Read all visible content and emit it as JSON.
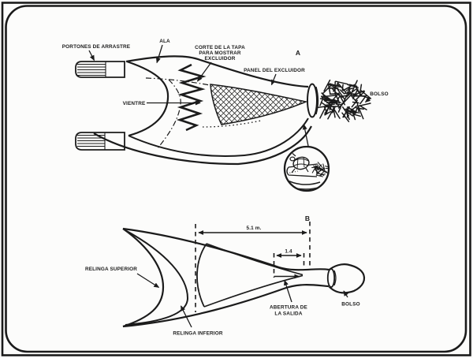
{
  "figure": {
    "ink_color": "#1b1b1b",
    "paper_color": "#fcfcfb"
  },
  "top_view": {
    "labels": {
      "trawl_doors": "PORTONES DE ARRASTRE",
      "wing": "ALA",
      "cut_note_line1": "CORTE DE LA TAPA",
      "cut_note_line2": "PARA MOSTRAR",
      "cut_note_line3": "EXCLUIDOR",
      "excluder_panel": "PANEL DEL EXCLUIDOR",
      "belly": "VIENTRE",
      "codend": "BOLSO",
      "marker": "A"
    }
  },
  "bottom_view": {
    "labels": {
      "headrope": "RELINGA SUPERIOR",
      "footrope": "RELINGA INFERIOR",
      "exit_opening_line1": "ABERTURA DE",
      "exit_opening_line2": "LA SALIDA",
      "codend": "BOLSO",
      "marker": "B"
    },
    "measurements": {
      "overall_length": "5.1 m.",
      "exit_length": "1.4"
    }
  }
}
